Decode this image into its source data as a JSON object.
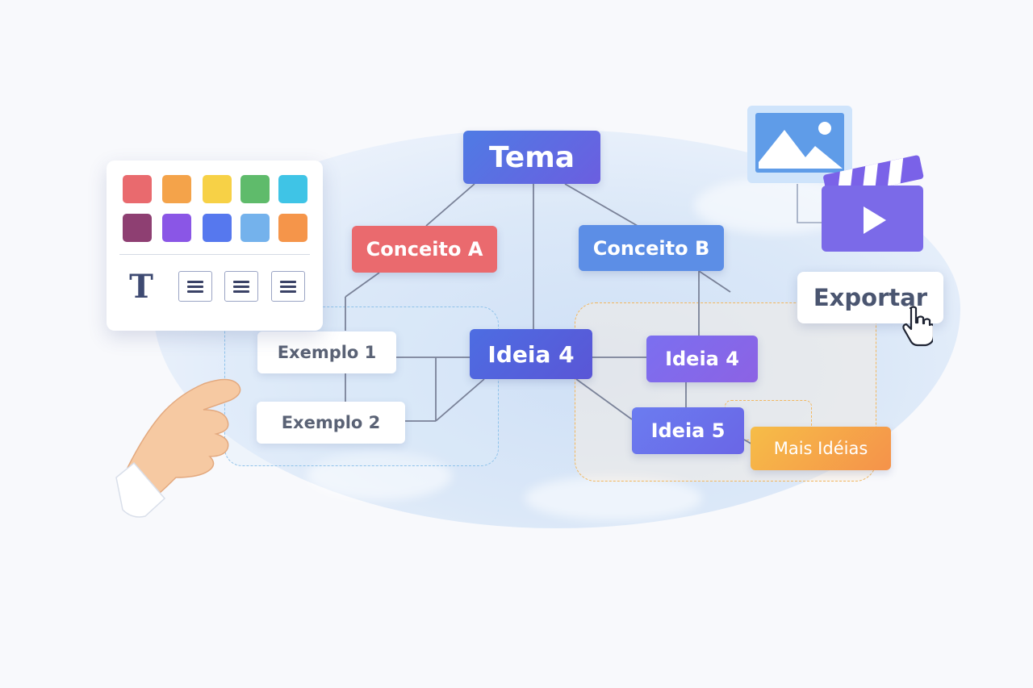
{
  "diagram": {
    "theme": "Tema",
    "concept_a": "Conceito A",
    "concept_b": "Conceito B",
    "idea_center": "Ideia 4",
    "idea_right": "Ideia 4",
    "idea_5": "Ideia 5",
    "more_ideas": "Mais Idéias",
    "example_1": "Exemplo 1",
    "example_2": "Exemplo 2"
  },
  "export": {
    "label": "Exportar"
  },
  "palette": {
    "colors": [
      "#e96a6e",
      "#f4a34a",
      "#f7d146",
      "#5fbb6b",
      "#3fc4e6",
      "#8e3f72",
      "#8a56e6",
      "#5678ee",
      "#74b2ec",
      "#f5954a"
    ],
    "text_icon": "T"
  },
  "accent": {
    "blue_group": "#8fc2ea",
    "orange_group": "#f2b75e"
  }
}
